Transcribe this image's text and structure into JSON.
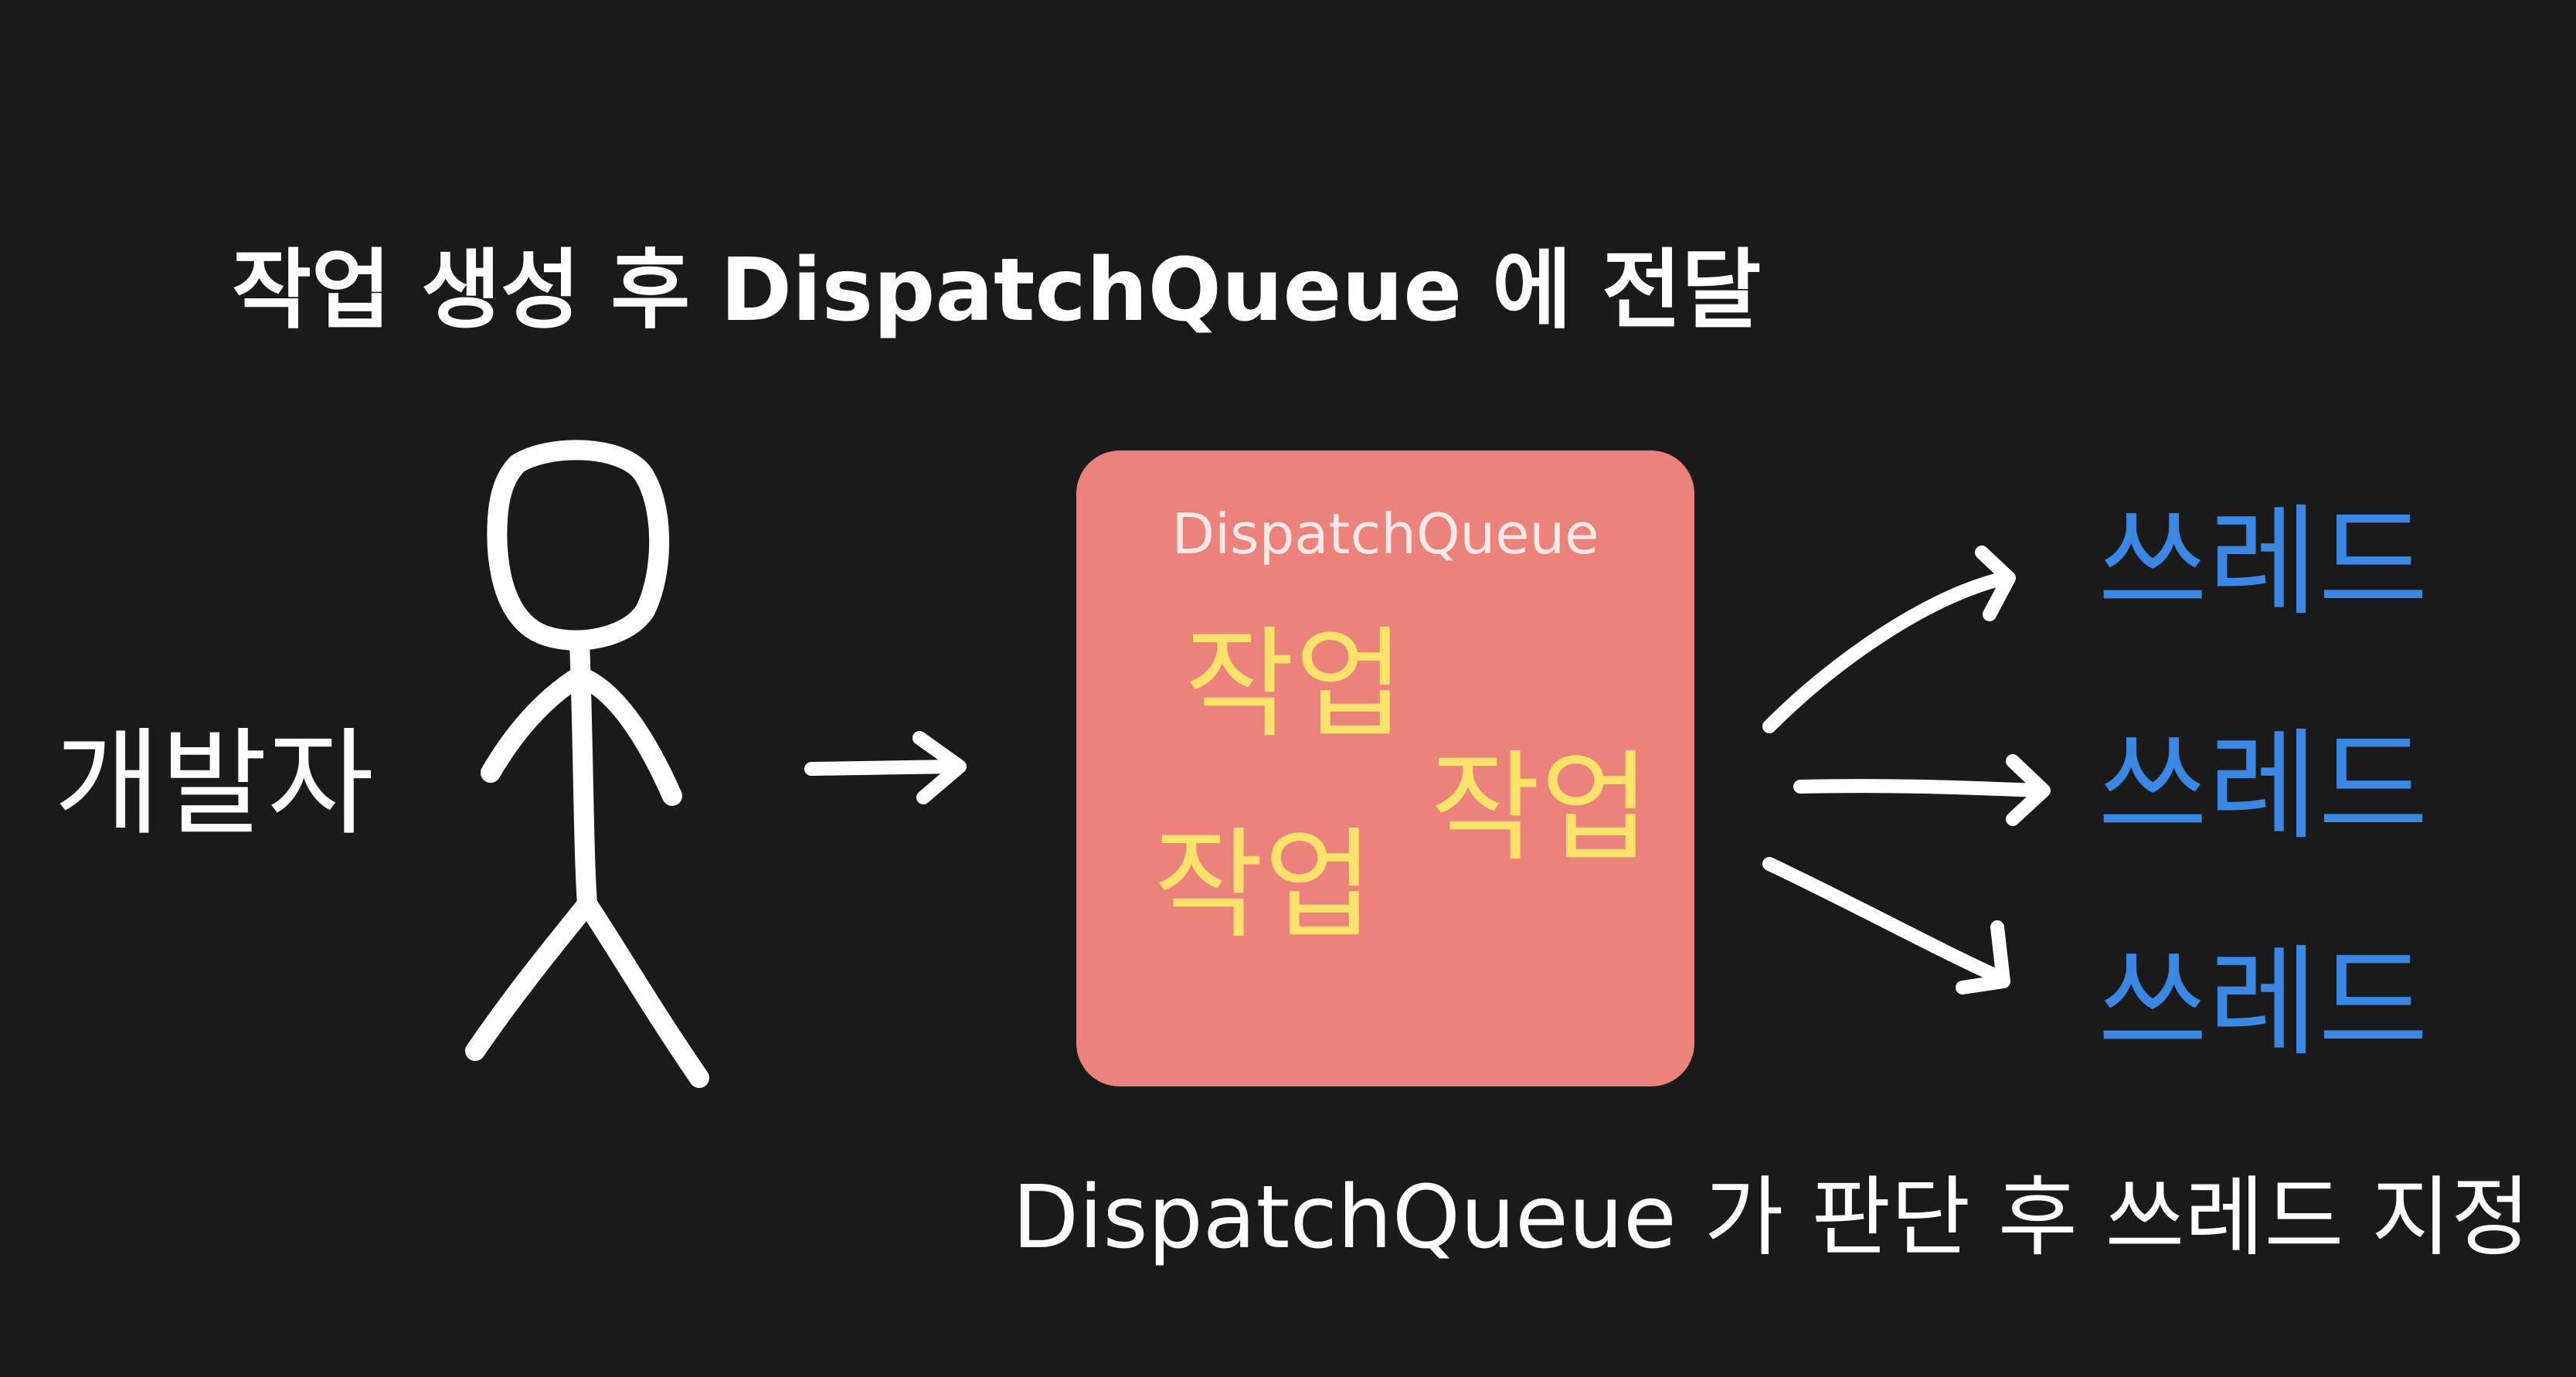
{
  "captions": {
    "top": "작업 생성 후 DispatchQueue 에 전달",
    "bottom": "DispatchQueue 가 판단 후 쓰레드 지정"
  },
  "developer": {
    "label": "개발자"
  },
  "queue": {
    "title": "DispatchQueue",
    "tasks": [
      "작업",
      "작업",
      "작업"
    ]
  },
  "threads": [
    "쓰레드",
    "쓰레드",
    "쓰레드"
  ],
  "colors": {
    "background": "#1a1a1a",
    "queue_box": "#ec827c",
    "task_text": "#fbe26a",
    "thread_text": "#3a87e4",
    "line": "#ffffff"
  },
  "icons": {
    "developer": "stick-figure-icon",
    "input": "arrow-right-icon",
    "dispatch": "fan-out-arrows-icon"
  }
}
